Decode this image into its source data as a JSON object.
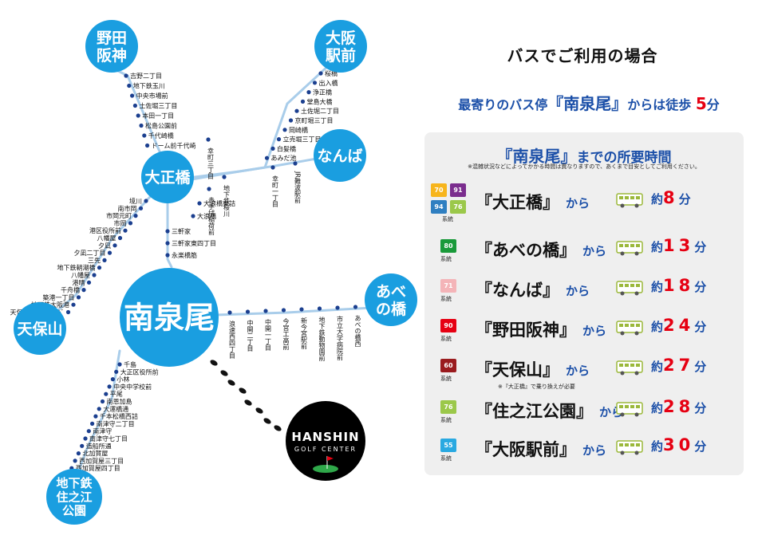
{
  "hubs": {
    "noda": "野田\n阪神",
    "osaka": "大阪\n駅前",
    "taisho": "大正橋",
    "namba": "なんば",
    "tenpozan": "天保山",
    "nansensei": "南泉尾",
    "abeno": "あべ\nの橋",
    "sumiyoshi": "地下鉄\n住之江\n公園"
  },
  "golf": {
    "brand": "HANSHIN",
    "sub": "GOLF CENTER"
  },
  "stops": {
    "noda_line": [
      "吉野二丁目",
      "地下鉄玉川",
      "中央市場前",
      "土佐堀三丁目",
      "本田一丁目",
      "松島公園前",
      "千代崎橋",
      "ドーム前千代崎"
    ],
    "osaka_line": [
      "桜橋",
      "出入橋",
      "浄正橋",
      "堂島大橋",
      "土佐堀二丁目",
      "京町堀三丁目",
      "岡崎橋",
      "立売堀三丁目",
      "白髪橋",
      "あみだ池"
    ],
    "diag_vertical": [
      "幸町三丁目",
      "地下鉄桜川",
      "赤手拭稲荷前"
    ],
    "diag_vertical2": [
      "幸町一丁目",
      "JR難波駅前"
    ],
    "taisho_south": [
      "大浪橋東詰",
      "大浪橋",
      "三軒家",
      "三軒家東四丁目",
      "永楽橋筋"
    ],
    "tenpo_line": [
      "境川",
      "南市岡",
      "市岡元町",
      "市岡",
      "港区役所前",
      "八幡屋",
      "夕凪",
      "夕凪二丁目",
      "三先",
      "地下鉄朝潮橋",
      "八幡屋",
      "港晴",
      "千舟橋",
      "築港一丁目",
      "地下鉄大阪港",
      "天保山ﾊｰﾊﾞｰﾋﾞﾚｯｼﾞ"
    ],
    "abeno_line": [
      "浪速西四丁目",
      "中開二丁目",
      "中開一丁目",
      "今宮工高前",
      "新今宮駅前",
      "地下鉄動物園前",
      "市立大学病院前",
      "あべの橋西"
    ],
    "south_line": [
      "千島",
      "大正区役所前",
      "小林",
      "中央中学校前",
      "平尾",
      "南恩加島",
      "大運橋通",
      "千本松橋西詰",
      "南津守二丁目",
      "南津守",
      "南津守七丁目",
      "造船所通",
      "北加賀屋",
      "西加賀屋三丁目",
      "西加賀屋四丁目"
    ]
  },
  "info": {
    "title": "バスでご利用の場合",
    "sub_pre": "最寄りのバス停",
    "sub_name": "『南泉尾』",
    "sub_mid": "からは徒歩",
    "sub_min": "5",
    "sub_unit": "分",
    "panel_title_name": "『南泉尾』",
    "panel_title_rest": "までの所要時間",
    "panel_note": "※混雑状況などによってかかる時間は異なりますので、あくまで目安としてご利用ください。",
    "kei": "系統",
    "kara": "から",
    "yaku": "約",
    "fun": "分",
    "routes": [
      {
        "badges": [
          {
            "n": "70",
            "c": "#f7b51c"
          },
          {
            "n": "91",
            "c": "#7b2d8e"
          },
          {
            "n": "94",
            "c": "#2f7fc1"
          },
          {
            "n": "76",
            "c": "#9bc84a"
          }
        ],
        "dest": "『大正橋』",
        "min": "8",
        "note": ""
      },
      {
        "badges": [
          {
            "n": "80",
            "c": "#1a9a3a"
          }
        ],
        "dest": "『あべの橋』",
        "min": "13",
        "note": ""
      },
      {
        "badges": [
          {
            "n": "71",
            "c": "#f4b4b8"
          }
        ],
        "dest": "『なんば』",
        "min": "18",
        "note": ""
      },
      {
        "badges": [
          {
            "n": "90",
            "c": "#e60012"
          }
        ],
        "dest": "『野田阪神』",
        "min": "24",
        "note": ""
      },
      {
        "badges": [
          {
            "n": "60",
            "c": "#9a1b1e"
          }
        ],
        "dest": "『天保山』",
        "min": "27",
        "note": "※『大正橋』で乗り換えが必要"
      },
      {
        "badges": [
          {
            "n": "76",
            "c": "#9bc84a"
          }
        ],
        "dest": "『住之江公園』",
        "min": "28",
        "note": ""
      },
      {
        "badges": [
          {
            "n": "55",
            "c": "#29a9e1"
          }
        ],
        "dest": "『大阪駅前』",
        "min": "30",
        "note": ""
      }
    ]
  },
  "colors": {
    "hub": "#1a9ee0",
    "line": "#a9cdea",
    "accent": "#1b4fa8",
    "red": "#e60012"
  }
}
